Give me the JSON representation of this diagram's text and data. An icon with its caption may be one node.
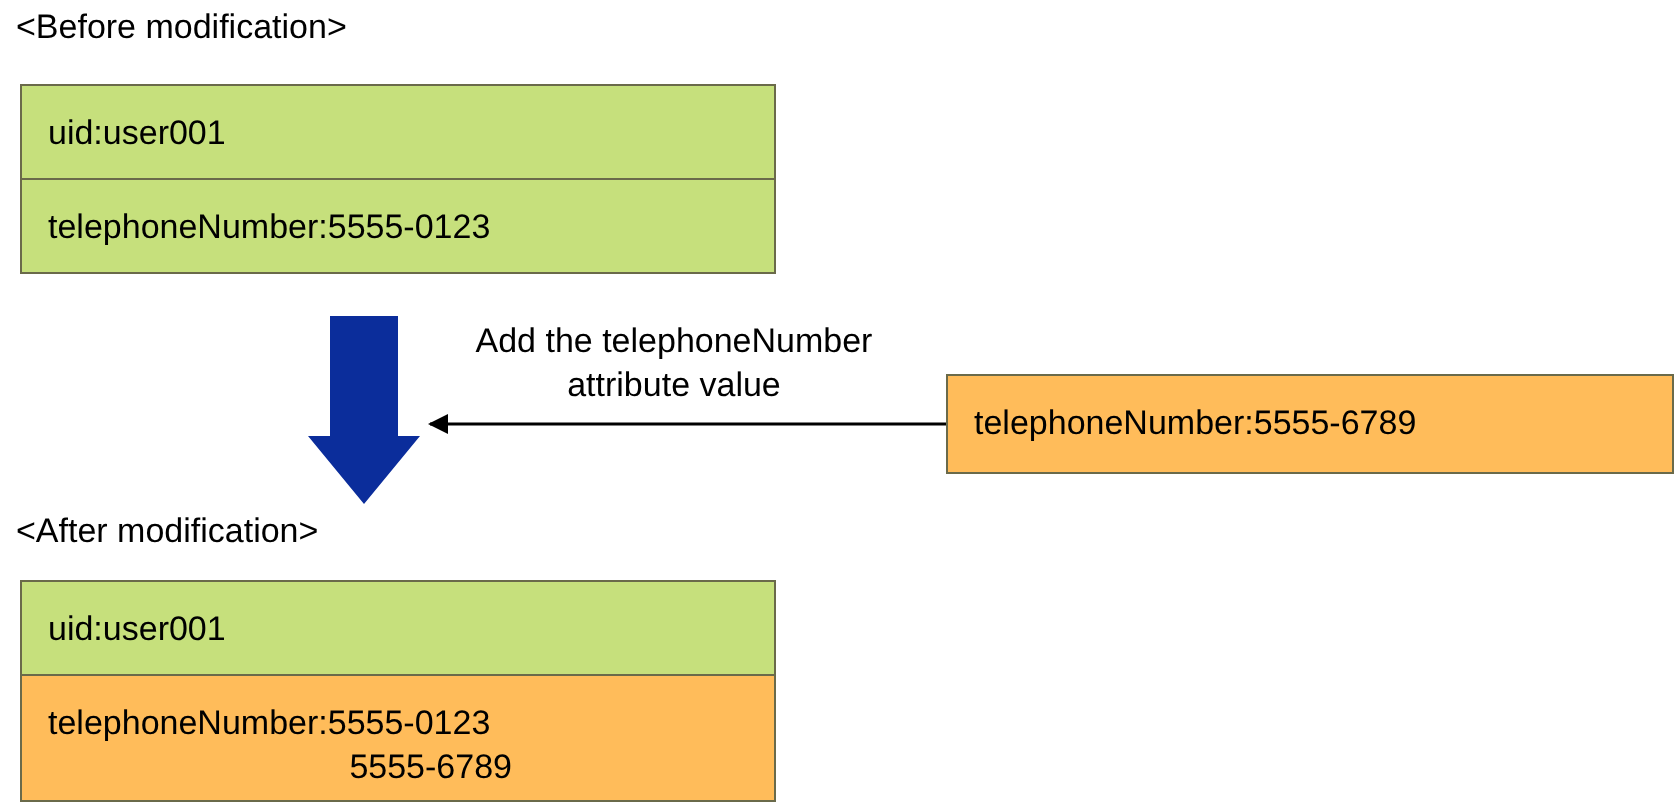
{
  "diagram": {
    "nodes": [
      {
        "text": [
          "<Before modification>"
        ]
      },
      {
        "text": [
          "uid:user001"
        ],
        "in": 0
      },
      {
        "text": [
          "telephoneNumber:5555-0123"
        ],
        "in": 0
      },
      {
        "text": [
          "<After modification>"
        ]
      },
      {
        "text": [
          "uid:user001"
        ],
        "in": 3
      },
      {
        "text": [
          "telephoneNumber:5555-0123 5555-6789"
        ],
        "in": 3
      },
      {
        "text": [
          "telephoneNumber:5555-6789"
        ]
      }
    ],
    "edges": [
      {
        "from": 0,
        "to": 3,
        "arrow": "to",
        "style": "thick",
        "color": "#0b2d9b"
      },
      {
        "from": 6,
        "to": null,
        "arrow": "to",
        "label": "Add the telephoneNumber attribute value"
      }
    ]
  }
}
